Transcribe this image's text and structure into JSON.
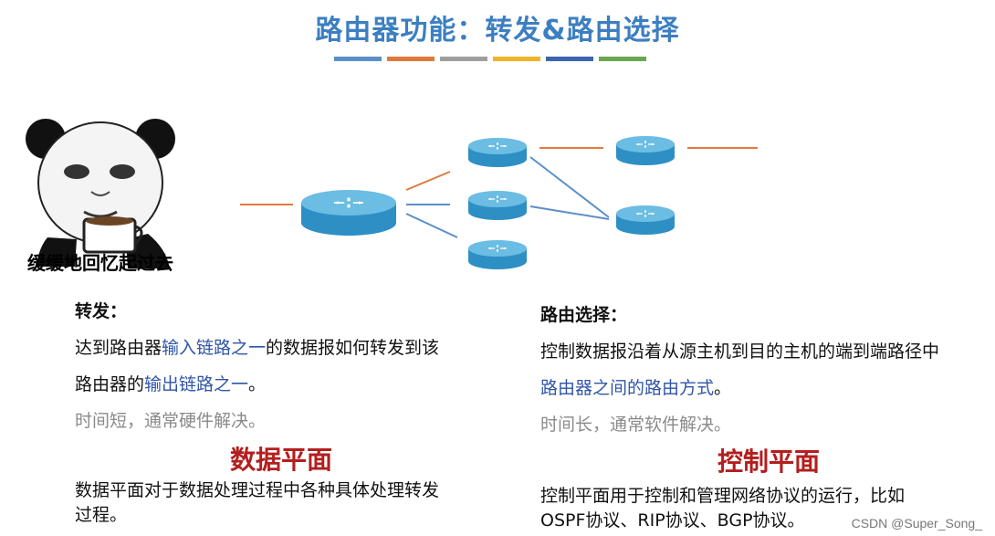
{
  "title": "路由器功能：转发&路由选择",
  "colors": {
    "title": "#3c7fc1",
    "accent_red": "#b41e1e",
    "link_blue": "#2f55a8",
    "line_orange": "#e07a3c",
    "line_blue": "#5b8fc9",
    "router_top": "#6bbde3",
    "router_side": "#2e8fc4",
    "bars": [
      "#5b8fc9",
      "#e07a3c",
      "#9e9e9e",
      "#f0b429",
      "#3d64b0",
      "#6aa84f"
    ]
  },
  "meme": {
    "caption": "缓缓地回忆起过去",
    "icon": "panda-meme-icon"
  },
  "forwarding": {
    "heading": "转发：",
    "line1_pre": "达到路由器",
    "line1_hl": "输入链路之一",
    "line1_post": "的数据报如何转发到该",
    "line2_pre": "路由器的",
    "line2_hl": "输出链路之一",
    "line2_post": "。",
    "note": "时间短，通常硬件解决。"
  },
  "routing": {
    "heading": "路由选择：",
    "line1": "控制数据报沿着从源主机到目的主机的端到端路径中",
    "line2_hl": "路由器之间的路由方式",
    "line2_post": "。",
    "note": "时间长，通常软件解决。"
  },
  "data_plane": {
    "title": "数据平面",
    "desc_line1": "数据平面对于数据处理过程中各种具体处理转发",
    "desc_line2": "过程。"
  },
  "control_plane": {
    "title": "控制平面",
    "desc_line1": "控制平面用于控制和管理网络协议的运行，比如",
    "desc_line2": "OSPF协议、RIP协议、BGP协议。"
  },
  "watermark": "CSDN @Super_Song_"
}
